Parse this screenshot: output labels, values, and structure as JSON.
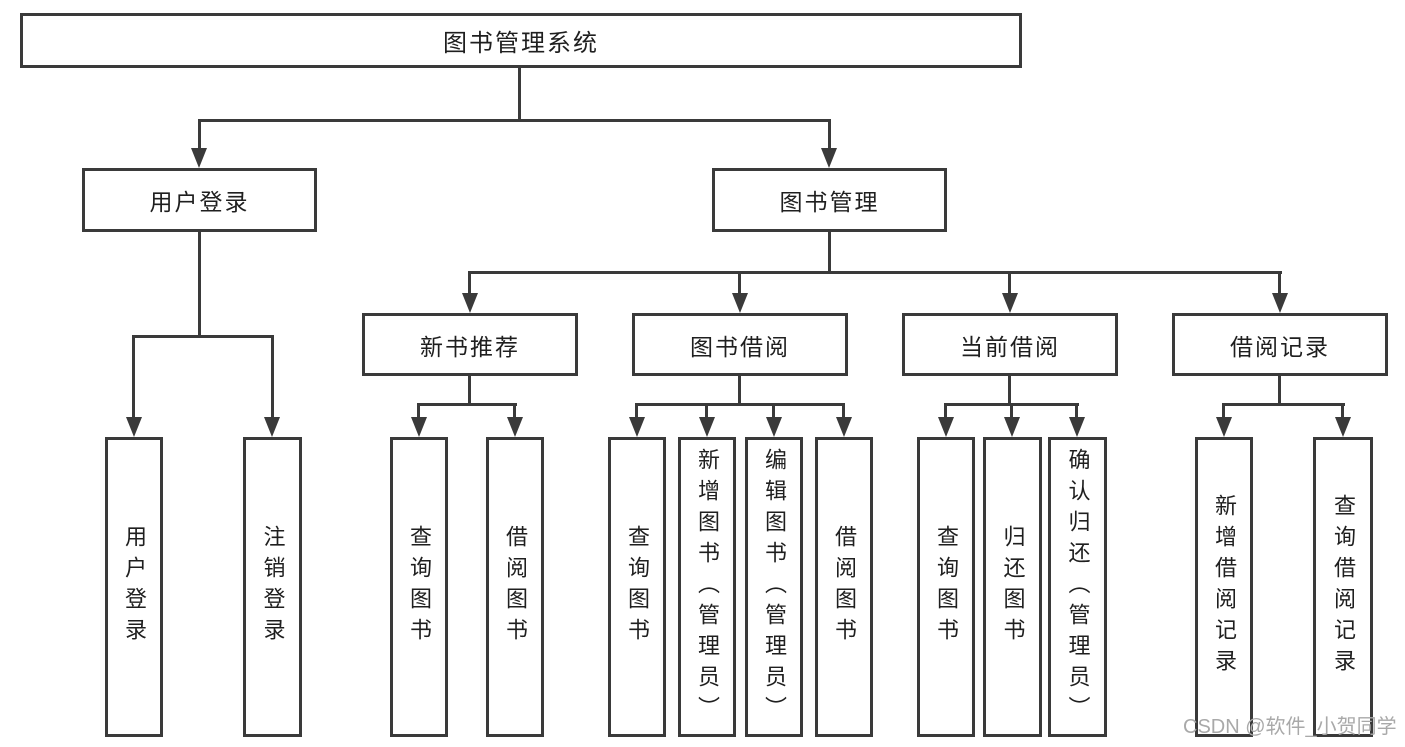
{
  "diagram": {
    "root": {
      "label": "图书管理系统"
    },
    "branches": [
      {
        "label": "用户登录",
        "children": [
          {
            "label": "用户登录"
          },
          {
            "label": "注销登录"
          }
        ]
      },
      {
        "label": "图书管理",
        "sections": [
          {
            "label": "新书推荐",
            "children": [
              {
                "label": "查询图书"
              },
              {
                "label": "借阅图书"
              }
            ]
          },
          {
            "label": "图书借阅",
            "children": [
              {
                "label": "查询图书"
              },
              {
                "label": "新增图书（管理员）"
              },
              {
                "label": "编辑图书（管理员）"
              },
              {
                "label": "借阅图书"
              }
            ]
          },
          {
            "label": "当前借阅",
            "children": [
              {
                "label": "查询图书"
              },
              {
                "label": "归还图书"
              },
              {
                "label": "确认归还（管理员）"
              }
            ]
          },
          {
            "label": "借阅记录",
            "children": [
              {
                "label": "新增借阅记录"
              },
              {
                "label": "查询借阅记录"
              }
            ]
          }
        ]
      }
    ]
  },
  "watermark": {
    "text": "CSDN @软件_小贺同学"
  },
  "colors": {
    "line": "#3a3a3a",
    "text": "#1f1f1f",
    "watermark": "#a9a9a9",
    "background": "#ffffff"
  }
}
